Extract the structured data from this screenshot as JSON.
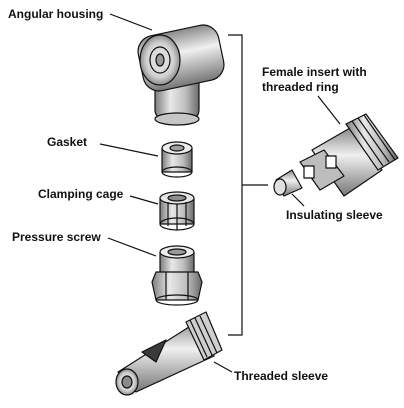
{
  "diagram": {
    "labels": {
      "angular_housing": "Angular housing",
      "gasket": "Gasket",
      "clamping_cage": "Clamping cage",
      "pressure_screw": "Pressure screw",
      "female_insert_line1": "Female insert with",
      "female_insert_line2": "threaded ring",
      "insulating_sleeve": "Insulating sleeve",
      "threaded_sleeve": "Threaded sleeve"
    }
  }
}
